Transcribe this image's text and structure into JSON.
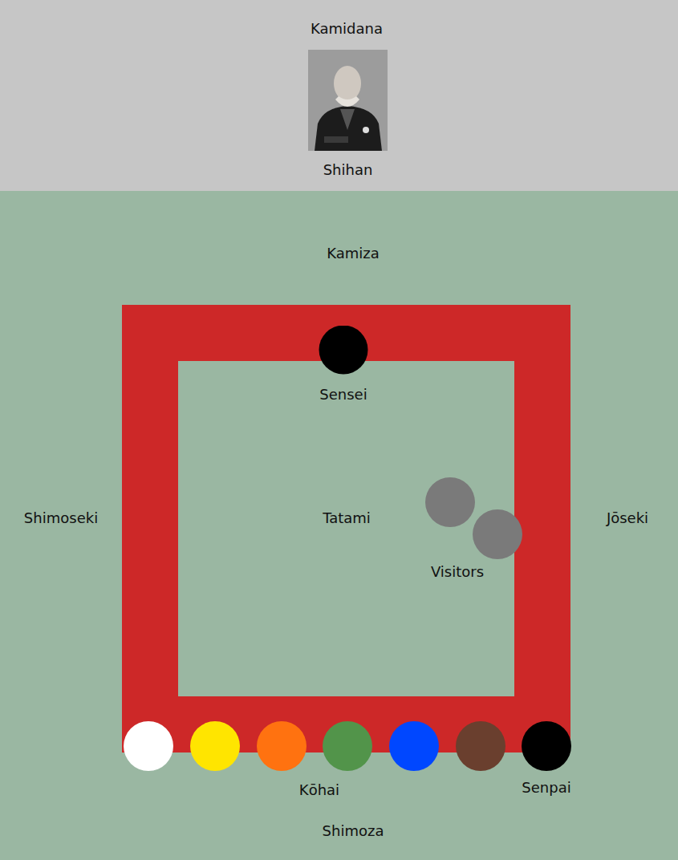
{
  "diagram": {
    "nodes": [
      {
        "text": [
          "Kamidana"
        ]
      },
      {
        "text": [
          "Shihan"
        ],
        "in": 0
      },
      {
        "text": [
          "Tatami"
        ]
      },
      {
        "text": [
          "Sensei"
        ],
        "in": 2
      },
      {
        "text": [
          "Visitors"
        ],
        "in": 2
      },
      {
        "text": [
          "Kōhai"
        ]
      },
      {
        "text": [
          "Senpai"
        ]
      }
    ],
    "labels": [
      "Kamiza",
      "Shimoseki",
      "Jōseki",
      "Shimoza"
    ]
  }
}
